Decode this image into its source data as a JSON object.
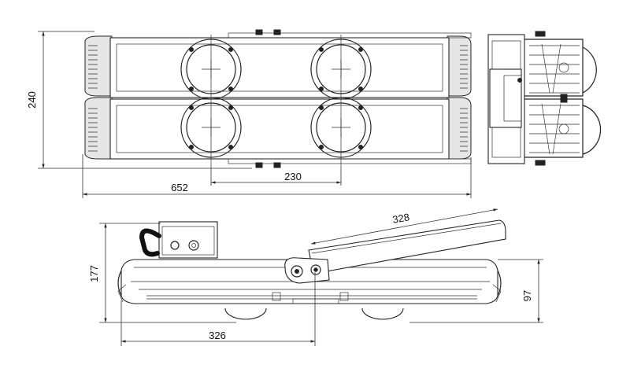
{
  "dimensions": {
    "height_top": "240",
    "length_total": "652",
    "spacing": "230",
    "arm_length": "328",
    "height_side": "177",
    "height_body": "97",
    "length_half": "326"
  }
}
